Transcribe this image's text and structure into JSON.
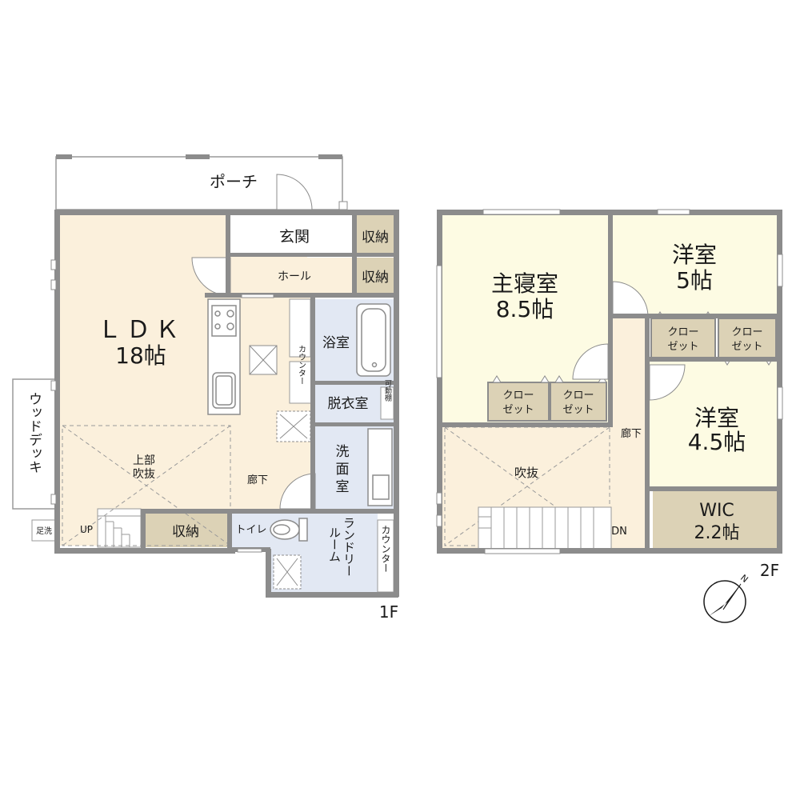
{
  "floors": {
    "first": {
      "label": "1F",
      "porch": "ポーチ",
      "genkan": "玄関",
      "storage_top1": "収納",
      "storage_top2": "収納",
      "hall": "ホール",
      "ldk": "ＬＤＫ",
      "ldk_size": "18帖",
      "wood_deck": "ウッドデッキ",
      "upper_void_1": "上部",
      "upper_void_2": "吹抜",
      "bath": "浴室",
      "counter_v": "カウンター",
      "dressing": "脱衣室",
      "movable_shelf": "可動棚",
      "washroom_1": "洗",
      "washroom_2": "面",
      "washroom_3": "室",
      "corridor": "廊下",
      "toilet": "トイレ",
      "storage_bottom": "収納",
      "laundry_1": "ランドリー",
      "laundry_2": "ルーム",
      "counter_v2": "カウンター",
      "up": "UP",
      "footwash": "足洗"
    },
    "second": {
      "label": "2F",
      "master": "主寝室",
      "master_size": "8.5帖",
      "western1": "洋室",
      "western1_size": "5帖",
      "western2": "洋室",
      "western2_size": "4.5帖",
      "closet_a1": "クロー",
      "closet_a2": "ゼット",
      "closet_b1": "クロー",
      "closet_b2": "ゼット",
      "closet_c1": "クロー",
      "closet_c2": "ゼット",
      "closet_d1": "クロー",
      "closet_d2": "ゼット",
      "void": "吹抜",
      "corridor": "廊下",
      "dn": "DN",
      "wic": "WIC",
      "wic_size": "2.2帖"
    }
  },
  "compass": {
    "north": "N",
    "icon": "compass-icon"
  },
  "colors": {
    "wall": "#8c8c8c",
    "cream": "#fbf0dc",
    "yellow": "#fdfbe3",
    "blue": "#e2e8f3",
    "storage": "#dcd2b6",
    "white": "#ffffff"
  }
}
